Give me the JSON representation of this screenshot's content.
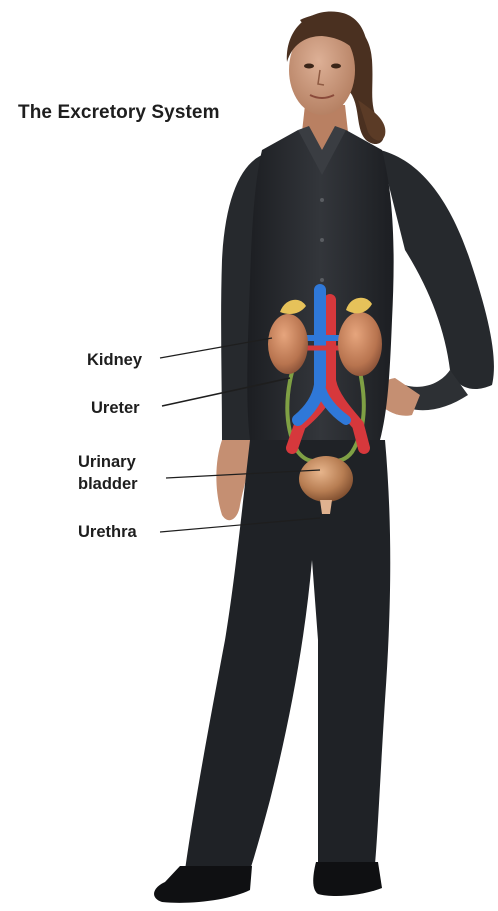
{
  "title": "The Excretory System",
  "labels": {
    "kidney": "Kidney",
    "ureter": "Ureter",
    "bladder_line1": "Urinary",
    "bladder_line2": "bladder",
    "urethra": "Urethra"
  },
  "colors": {
    "clothing": "#2a2d31",
    "skin": "#c99478",
    "hair": "#4a3020",
    "kidney": "#b8744f",
    "bladder": "#b77d52",
    "vein": "#2f78d8",
    "artery": "#d6383c",
    "ureter": "#7fa044",
    "adrenal": "#e6c25a"
  }
}
